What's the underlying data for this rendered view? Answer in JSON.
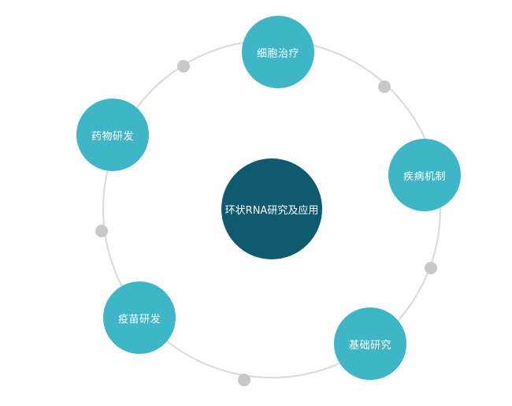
{
  "diagram": {
    "center": {
      "label": "环状RNA研究及应用",
      "color": "#0e5a6f"
    },
    "nodes": [
      {
        "id": "cell-therapy",
        "label": "细胞治疗"
      },
      {
        "id": "disease-mechanism",
        "label": "疾病机制"
      },
      {
        "id": "basic-research",
        "label": "基础研究"
      },
      {
        "id": "vaccine-research",
        "label": "疫苗研发"
      },
      {
        "id": "drug-research",
        "label": "药物研发"
      }
    ],
    "node_color": "#3fb6c8",
    "ring_color": "#d9d9d9",
    "connector_dot_color": "#c8c8c8"
  }
}
